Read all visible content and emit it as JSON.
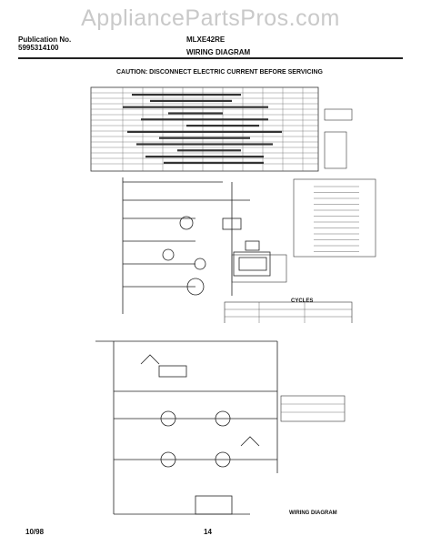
{
  "watermark": "AppliancePartsPros.com",
  "header": {
    "publication_label": "Publication No.",
    "publication_number": "5995314100",
    "model": "MLXE42RE",
    "title": "WIRING DIAGRAM"
  },
  "caution": "CAUTION: DISCONNECT ELECTRIC CURRENT BEFORE SERVICING",
  "cycles_label": "CYCLES",
  "wiring_diagram_label": "WIRING DIAGRAM",
  "footer": {
    "date": "10/98",
    "page": "14"
  }
}
